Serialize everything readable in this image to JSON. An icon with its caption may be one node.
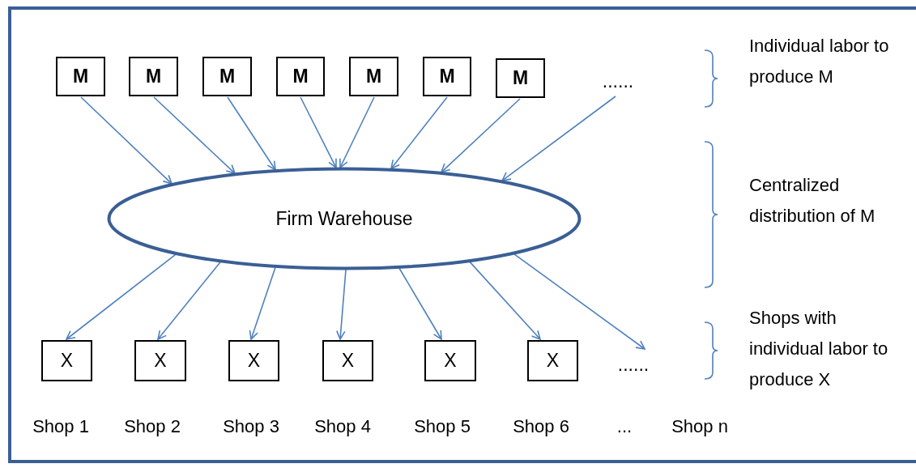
{
  "diagram": {
    "nodes": [
      {
        "text": [
          "M"
        ]
      },
      {
        "text": [
          "M"
        ]
      },
      {
        "text": [
          "M"
        ]
      },
      {
        "text": [
          "M"
        ]
      },
      {
        "text": [
          "M"
        ]
      },
      {
        "text": [
          "M"
        ]
      },
      {
        "text": [
          "M"
        ]
      },
      {
        "text": [
          "......"
        ]
      },
      {
        "text": [
          "Firm Warehouse"
        ]
      },
      {
        "text": [
          "X"
        ]
      },
      {
        "text": [
          "X"
        ]
      },
      {
        "text": [
          "X"
        ]
      },
      {
        "text": [
          "X"
        ]
      },
      {
        "text": [
          "X"
        ]
      },
      {
        "text": [
          "X"
        ]
      },
      {
        "text": [
          "......"
        ]
      }
    ],
    "edges": [
      {
        "from": 0,
        "to": 8,
        "arrow": "to"
      },
      {
        "from": 1,
        "to": 8,
        "arrow": "to"
      },
      {
        "from": 2,
        "to": 8,
        "arrow": "to"
      },
      {
        "from": 3,
        "to": 8,
        "arrow": "to"
      },
      {
        "from": 4,
        "to": 8,
        "arrow": "to"
      },
      {
        "from": 5,
        "to": 8,
        "arrow": "to"
      },
      {
        "from": 6,
        "to": 8,
        "arrow": "to"
      },
      {
        "from": 7,
        "to": 8,
        "arrow": "to"
      },
      {
        "from": 8,
        "to": 9,
        "arrow": "to"
      },
      {
        "from": 8,
        "to": 10,
        "arrow": "to"
      },
      {
        "from": 8,
        "to": 11,
        "arrow": "to"
      },
      {
        "from": 8,
        "to": 12,
        "arrow": "to"
      },
      {
        "from": 8,
        "to": 13,
        "arrow": "to"
      },
      {
        "from": 8,
        "to": 14,
        "arrow": "to"
      },
      {
        "from": 8,
        "to": 15,
        "arrow": "to"
      }
    ],
    "labels": [
      "Individual labor to produce M",
      "Centralized distribution of M",
      "Shops with individual labor to produce X",
      "Shop 1",
      "Shop 2",
      "Shop 3",
      "Shop 4",
      "Shop 5",
      "Shop 6",
      "...",
      "Shop n"
    ]
  }
}
